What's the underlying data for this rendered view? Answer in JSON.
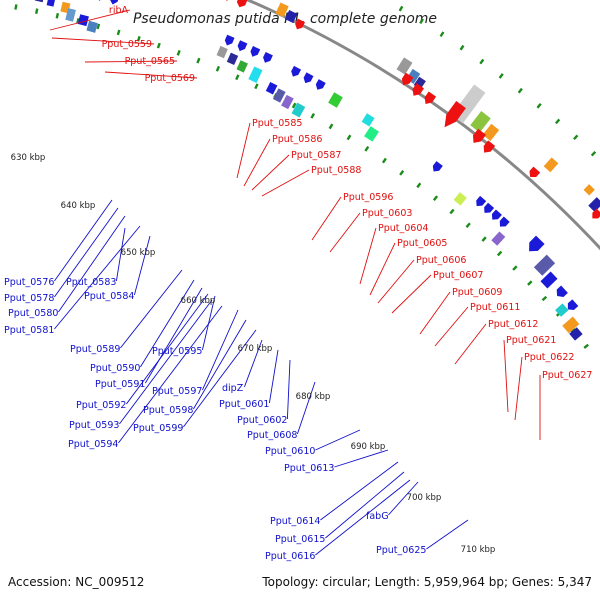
{
  "title": "Pseudomonas putida F1, complete genome",
  "accession": "Accession: NC_009512",
  "topology": "Topology: circular; Length: 5,959,964 bp; Genes: 5,347",
  "colors": {
    "forward_label": "#e01010",
    "reverse_label": "#1010cc",
    "backbone": "#888888",
    "tick": "#1a8c1a"
  },
  "kbp_labels": [
    "630 kbp",
    "640 kbp",
    "650 kbp",
    "660 kbp",
    "670 kbp",
    "680 kbp",
    "690 kbp",
    "700 kbp",
    "710 kbp"
  ],
  "forward_labels": [
    "ribA",
    "Pput_0559",
    "Pput_0565",
    "Pput_0569",
    "Pput_0585",
    "Pput_0586",
    "Pput_0587",
    "Pput_0588",
    "Pput_0596",
    "Pput_0603",
    "Pput_0604",
    "Pput_0605",
    "Pput_0606",
    "Pput_0607",
    "Pput_0609",
    "Pput_0611",
    "Pput_0612",
    "Pput_0621",
    "Pput_0622",
    "Pput_0627"
  ],
  "reverse_labels": [
    "Pput_0576",
    "Pput_0578",
    "Pput_0580",
    "Pput_0581",
    "Pput_0583",
    "Pput_0584",
    "Pput_0589",
    "Pput_0590",
    "Pput_0591",
    "Pput_0592",
    "Pput_0593",
    "Pput_0594",
    "Pput_0595",
    "Pput_0597",
    "Pput_0598",
    "Pput_0599",
    "dipZ",
    "Pput_0601",
    "Pput_0602",
    "Pput_0608",
    "Pput_0610",
    "Pput_0613",
    "Pput_0614",
    "Pput_0615",
    "Pput_0616",
    "fabG",
    "Pput_0625"
  ]
}
